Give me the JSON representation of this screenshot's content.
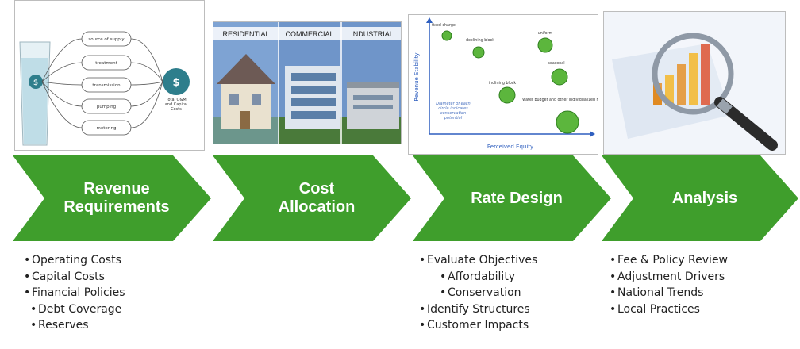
{
  "panel1": {
    "items": [
      "source of supply",
      "treatment",
      "transmission",
      "pumping",
      "metering"
    ],
    "drop_symbol": "$",
    "total_symbol": "$",
    "total_label": [
      "Total O&M",
      "and Capital",
      "Costs"
    ]
  },
  "panel2": {
    "labels": [
      "RESIDENTIAL",
      "COMMERCIAL",
      "INDUSTRIAL"
    ]
  },
  "panel3": {
    "ylabel": "Revenue Stability",
    "xlabel": "Perceived Equity",
    "points": [
      {
        "label": "fixed charge"
      },
      {
        "label": "declining block"
      },
      {
        "label": "uniform"
      },
      {
        "label": "seasonal"
      },
      {
        "label": "inclining block"
      },
      {
        "label": "water budget and other individualized rates"
      }
    ],
    "note": [
      "Diameter of each",
      "circle indicates",
      "conservation",
      "potential"
    ]
  },
  "steps": [
    {
      "label": "Revenue\nRequirements"
    },
    {
      "label": "Cost\nAllocation"
    },
    {
      "label": "Rate Design"
    },
    {
      "label": "Analysis"
    }
  ],
  "lists": {
    "revenue": [
      {
        "text": "Operating Costs",
        "level": 1
      },
      {
        "text": "Capital Costs",
        "level": 1
      },
      {
        "text": "Financial Policies",
        "level": 1
      },
      {
        "text": "Debt Coverage",
        "level": 2
      },
      {
        "text": "Reserves",
        "level": 2
      }
    ],
    "rate_design": [
      {
        "text": "Evaluate Objectives",
        "level": 1
      },
      {
        "text": "Affordability",
        "level": 3
      },
      {
        "text": "Conservation",
        "level": 3
      },
      {
        "text": "Identify Structures",
        "level": 1
      },
      {
        "text": "Customer Impacts",
        "level": 1
      }
    ],
    "analysis": [
      {
        "text": "Fee & Policy Review",
        "level": 1
      },
      {
        "text": "Adjustment Drivers",
        "level": 1
      },
      {
        "text": "National Trends",
        "level": 1
      },
      {
        "text": "Local Practices",
        "level": 1
      }
    ]
  },
  "colors": {
    "green": "#3f9e2c",
    "green_dark": "#2f7f1f",
    "teal": "#2e7e8c",
    "axis_blue": "#2f5fbf"
  }
}
